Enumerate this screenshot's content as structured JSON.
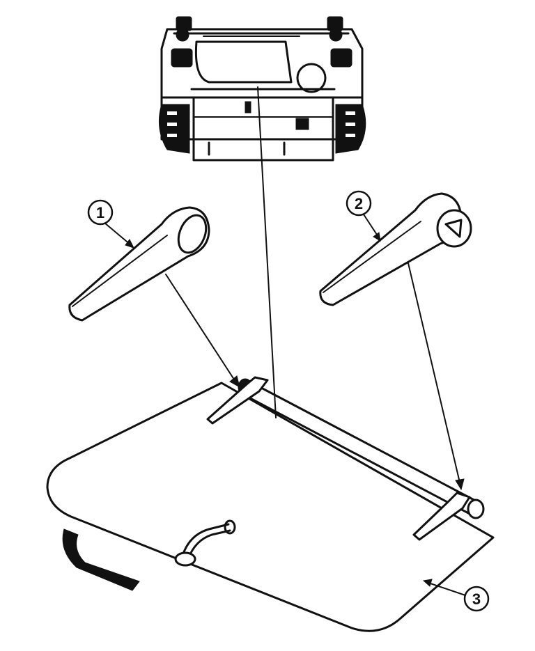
{
  "callouts": [
    {
      "id": "callout-1",
      "label": "1"
    },
    {
      "id": "callout-2",
      "label": "2"
    },
    {
      "id": "callout-3",
      "label": "3"
    }
  ],
  "colors": {
    "ink": "#111111",
    "paper": "#ffffff"
  }
}
